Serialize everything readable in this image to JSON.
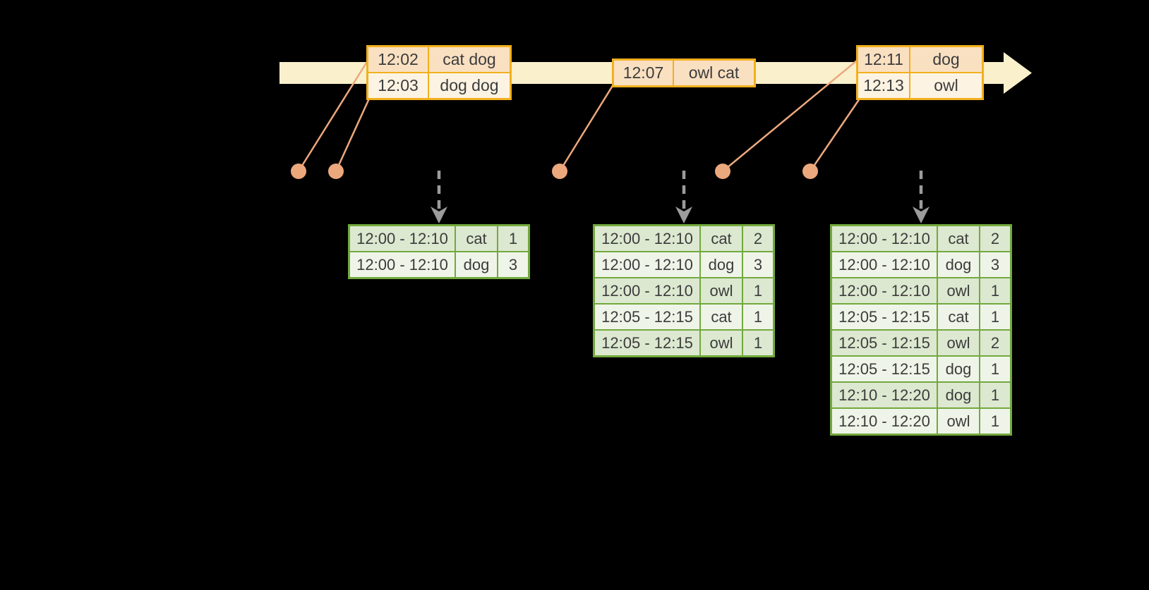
{
  "colors": {
    "background": "#000000",
    "timeline_fill": "#FAF0CC",
    "event_border": "#F2B01E",
    "event_fill_dark": "#F9E0C1",
    "event_fill_light": "#FDF3E3",
    "result_border": "#72A93D",
    "result_fill_dark": "#DCE8D0",
    "result_fill_light": "#EFF4E9",
    "dot_and_connector": "#ECA87D",
    "trigger_arrow": "#9C9C9C",
    "text": "#3C3C3C"
  },
  "event_tables": [
    {
      "rows": [
        [
          "12:02",
          "cat dog"
        ],
        [
          "12:03",
          "dog dog"
        ]
      ]
    },
    {
      "rows": [
        [
          "12:07",
          "owl cat"
        ]
      ]
    },
    {
      "rows": [
        [
          "12:11",
          "dog"
        ],
        [
          "12:13",
          "owl"
        ]
      ]
    }
  ],
  "result_tables": [
    {
      "rows": [
        [
          "12:00 - 12:10",
          "cat",
          "1"
        ],
        [
          "12:00 - 12:10",
          "dog",
          "3"
        ]
      ]
    },
    {
      "rows": [
        [
          "12:00 - 12:10",
          "cat",
          "2"
        ],
        [
          "12:00 - 12:10",
          "dog",
          "3"
        ],
        [
          "12:00 - 12:10",
          "owl",
          "1"
        ],
        [
          "12:05 - 12:15",
          "cat",
          "1"
        ],
        [
          "12:05 - 12:15",
          "owl",
          "1"
        ]
      ]
    },
    {
      "rows": [
        [
          "12:00 - 12:10",
          "cat",
          "2"
        ],
        [
          "12:00 - 12:10",
          "dog",
          "3"
        ],
        [
          "12:00 - 12:10",
          "owl",
          "1"
        ],
        [
          "12:05 - 12:15",
          "cat",
          "1"
        ],
        [
          "12:05 - 12:15",
          "owl",
          "2"
        ],
        [
          "12:05 - 12:15",
          "dog",
          "1"
        ],
        [
          "12:10 - 12:20",
          "dog",
          "1"
        ],
        [
          "12:10 - 12:20",
          "owl",
          "1"
        ]
      ]
    }
  ]
}
